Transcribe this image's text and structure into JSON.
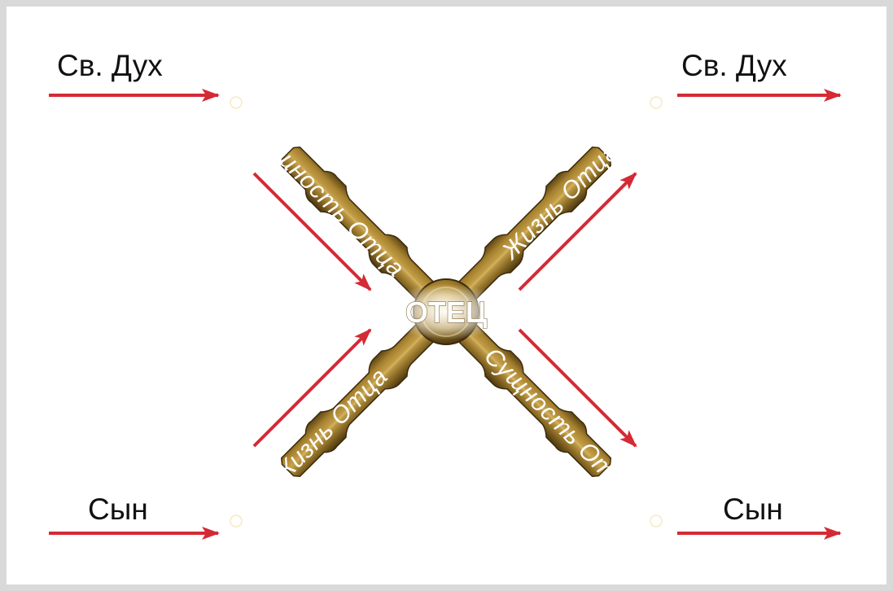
{
  "labels": {
    "top_left": "Св. Дух",
    "top_right": "Св. Дух",
    "bottom_left": "Сын",
    "bottom_right": "Сын",
    "center": "ОТЕЦ"
  },
  "beams": {
    "upper_left": "Сущность Отца",
    "upper_right": "Жизнь Отца",
    "lower_left": "Жизнь Отца",
    "lower_right": "Сущность Отца"
  },
  "colors": {
    "arrow": "#d42a35",
    "wood_dark": "#4a3510",
    "wood_mid": "#8a6a24",
    "wood_light": "#c9a44e",
    "background": "#ffffff",
    "frame": "#d9d9d9"
  }
}
